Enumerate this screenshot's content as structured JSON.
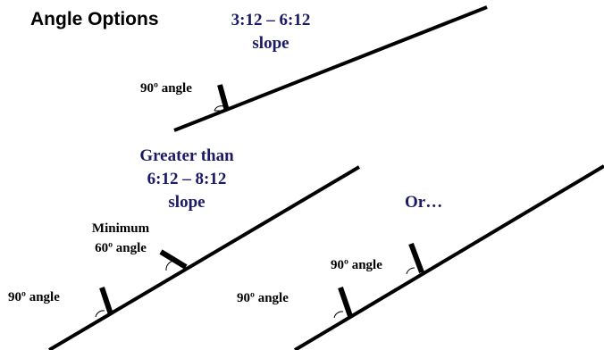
{
  "title": "Angle Options",
  "slopes": {
    "top_line1": "3:12 – 6:12",
    "top_line2": "slope",
    "mid_line1": "Greater than",
    "mid_line2": "6:12 – 8:12",
    "mid_line3": "slope",
    "or": "Or…"
  },
  "labels": {
    "top_90": "90º angle",
    "min_line1": "Minimum",
    "min_line2": "60º angle",
    "mid_90": "90º angle",
    "right_low_90": "90º angle",
    "right_high_90": "90º angle"
  },
  "colors": {
    "line": "#000000",
    "slope_text": "#1a1a66"
  }
}
